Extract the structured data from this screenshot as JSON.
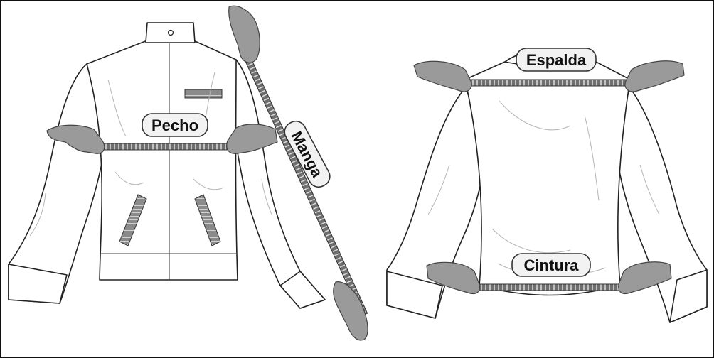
{
  "labels": {
    "chest": "Pecho",
    "sleeve": "Manga",
    "back": "Espalda",
    "waist": "Cintura"
  },
  "colors": {
    "outline": "#222222",
    "hand": "#9a9a9a",
    "tape": "#6e6e6e",
    "badge": "#f2f2f2"
  }
}
